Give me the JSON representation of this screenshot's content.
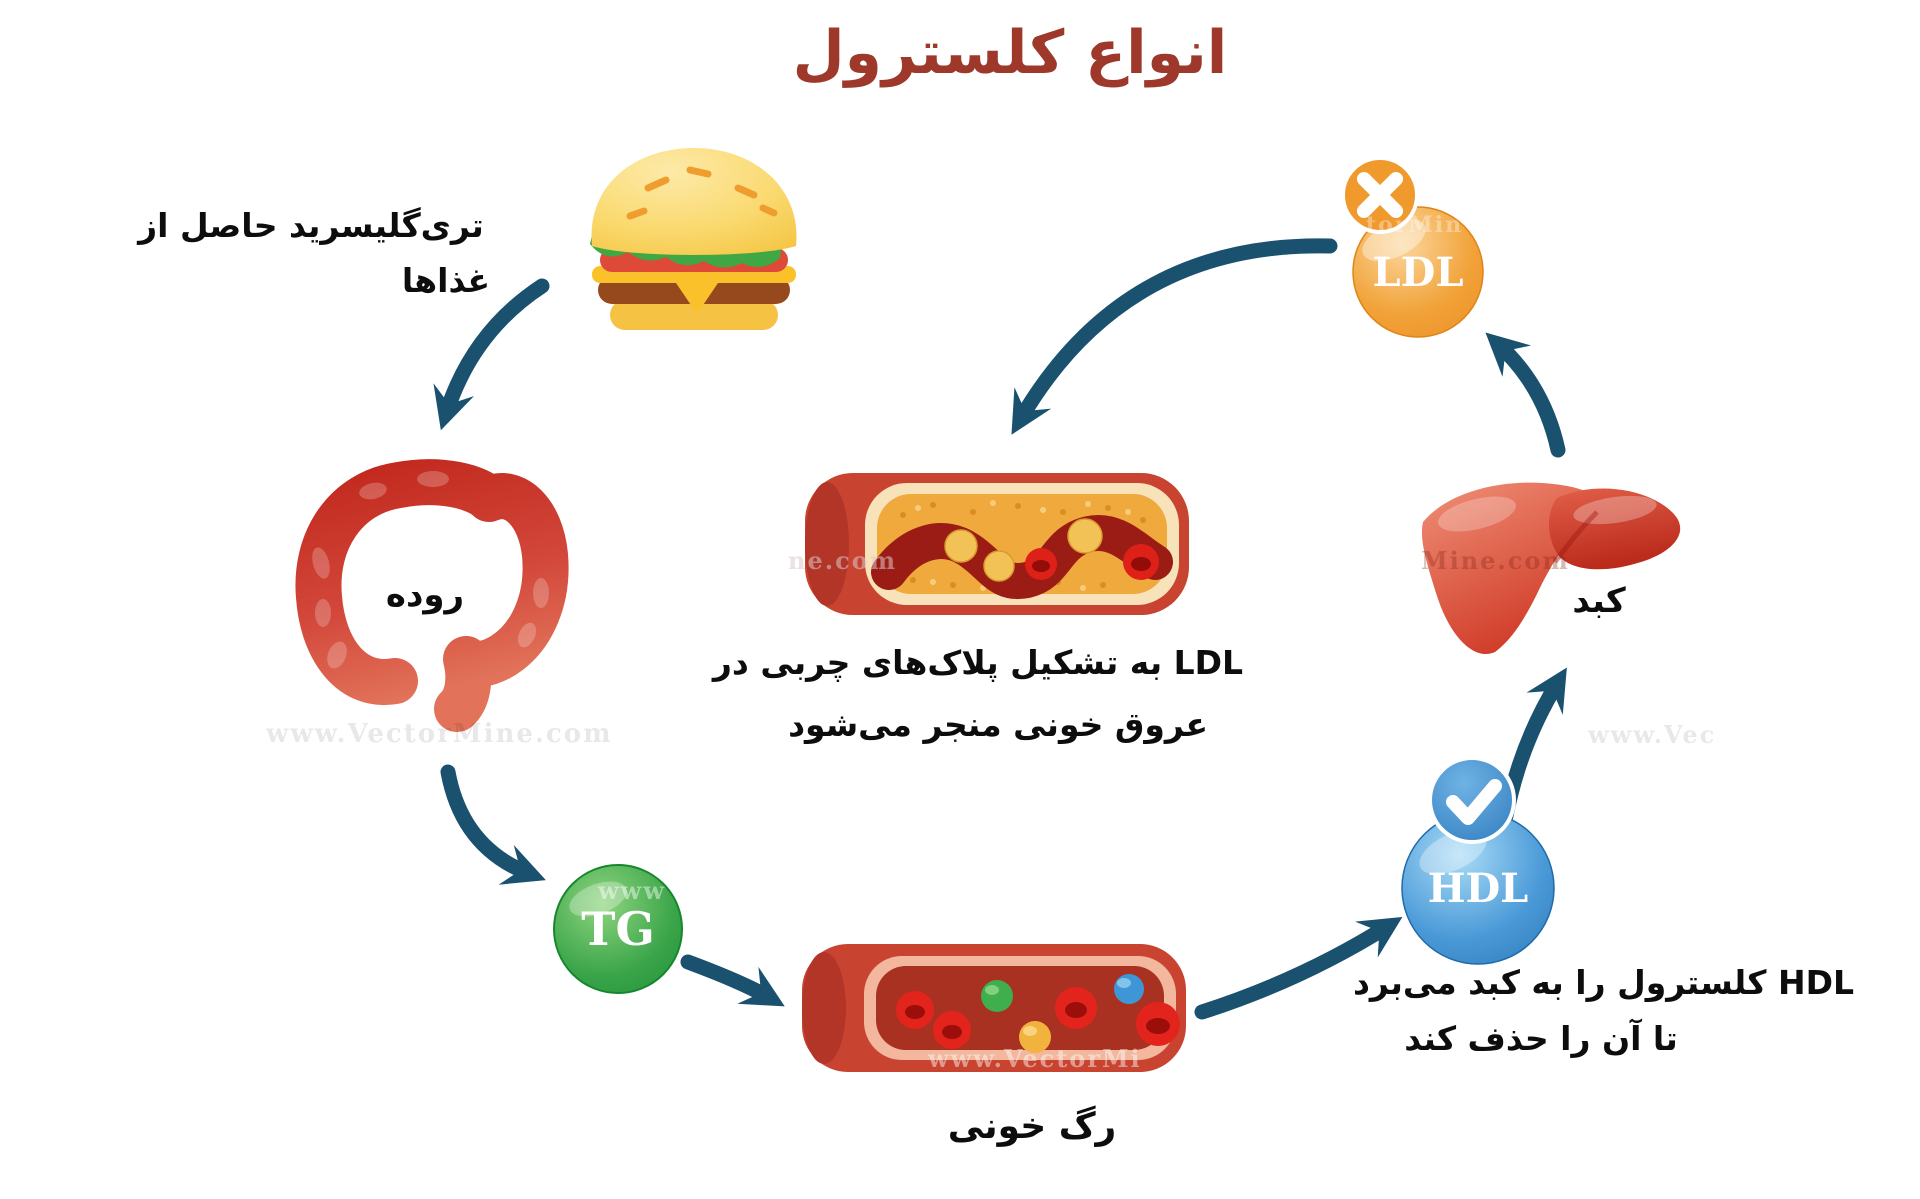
{
  "title": {
    "text": "انواع کلسترول",
    "color": "#9d382b"
  },
  "labels": {
    "food": {
      "line1": "تری‌گلیسرید حاصل از",
      "line2": "غذاها"
    },
    "intestine": "روده",
    "blood_vessel": "رگ خونی",
    "liver": "کبد"
  },
  "badges": {
    "tg": "TG",
    "hdl": "HDL",
    "ldl": "LDL"
  },
  "descriptions": {
    "ldl": {
      "line1": "LDL به تشکیل پلاک‌های چربی در",
      "line2": "عروق خونی منجر می‌شود"
    },
    "hdl": {
      "line1": "HDL کلسترول را به کبد می‌برد",
      "line2": "تا آن را حذف کند"
    }
  },
  "colors": {
    "title_red": "#9d382b",
    "arrow": "#19516f",
    "tg_green": "#3aa449",
    "hdl_blue": "#2a74b4",
    "ldl_orange": "#f09a2e",
    "organ_red": "#c84431"
  },
  "watermarks": {
    "main": "www.VectorMine.com",
    "vessel_bottom": "www.VectorMi",
    "right_fragment": "www.Vec",
    "clogged_fragment": "ne.com",
    "liver_fragment": "Mine.com",
    "tg_fragment": "www",
    "ldl_fragment": "torMin"
  }
}
